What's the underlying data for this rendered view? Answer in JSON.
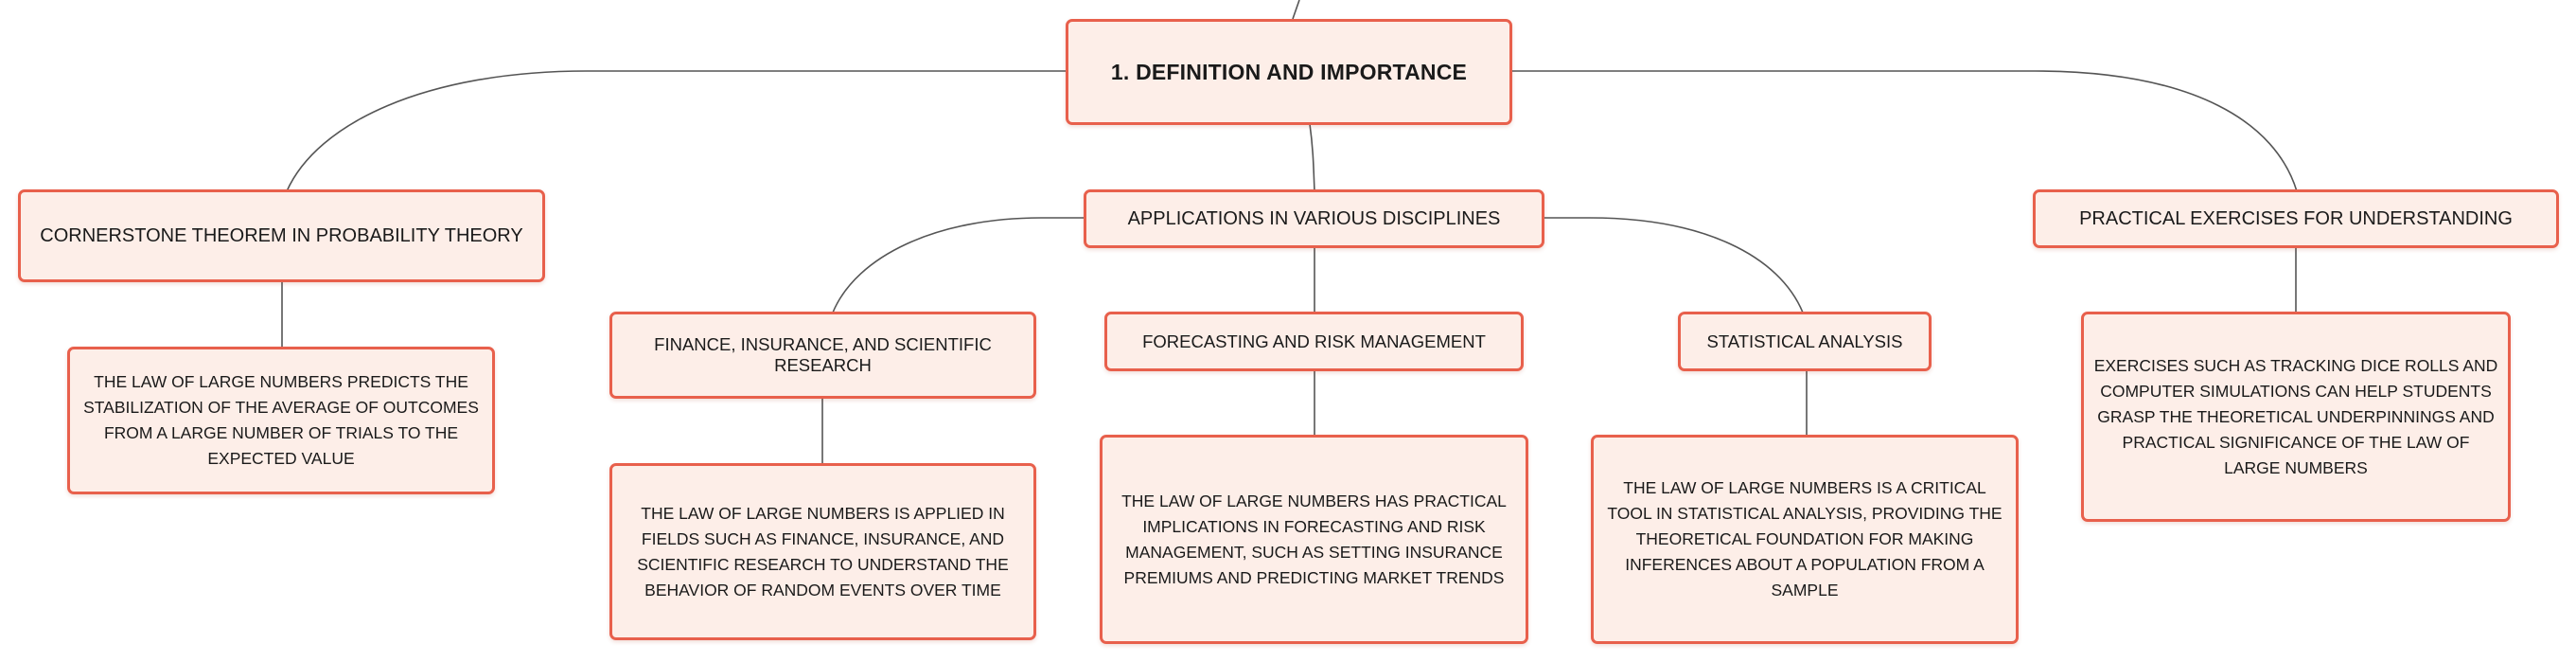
{
  "colors": {
    "node_fill": "#fdeee8",
    "node_border": "#e8604c",
    "connector": "#555555",
    "text": "#1a1a1a"
  },
  "root": {
    "label": "1. DEFINITION AND IMPORTANCE"
  },
  "topics": [
    {
      "label": "CORNERSTONE THEOREM IN PROBABILITY THEORY",
      "detail": "THE LAW OF LARGE NUMBERS PREDICTS THE STABILIZATION OF THE AVERAGE OF OUTCOMES FROM A LARGE NUMBER OF TRIALS TO THE EXPECTED VALUE"
    },
    {
      "label": "APPLICATIONS IN VARIOUS DISCIPLINES",
      "children": [
        {
          "label": "FINANCE, INSURANCE, AND SCIENTIFIC RESEARCH",
          "detail": "THE LAW OF LARGE NUMBERS IS APPLIED IN FIELDS SUCH AS FINANCE, INSURANCE, AND SCIENTIFIC RESEARCH TO UNDERSTAND THE BEHAVIOR OF RANDOM EVENTS OVER TIME"
        },
        {
          "label": "FORECASTING AND RISK MANAGEMENT",
          "detail": "THE LAW OF LARGE NUMBERS HAS PRACTICAL IMPLICATIONS IN FORECASTING AND RISK MANAGEMENT, SUCH AS SETTING INSURANCE PREMIUMS AND PREDICTING MARKET TRENDS"
        },
        {
          "label": "STATISTICAL ANALYSIS",
          "detail": "THE LAW OF LARGE NUMBERS IS A CRITICAL TOOL IN STATISTICAL ANALYSIS, PROVIDING THE THEORETICAL FOUNDATION FOR MAKING INFERENCES ABOUT A POPULATION FROM A SAMPLE"
        }
      ]
    },
    {
      "label": "PRACTICAL EXERCISES FOR UNDERSTANDING",
      "detail": "EXERCISES SUCH AS TRACKING DICE ROLLS AND COMPUTER SIMULATIONS CAN HELP STUDENTS GRASP THE THEORETICAL UNDERPINNINGS AND PRACTICAL SIGNIFICANCE OF THE LAW OF LARGE NUMBERS"
    }
  ]
}
